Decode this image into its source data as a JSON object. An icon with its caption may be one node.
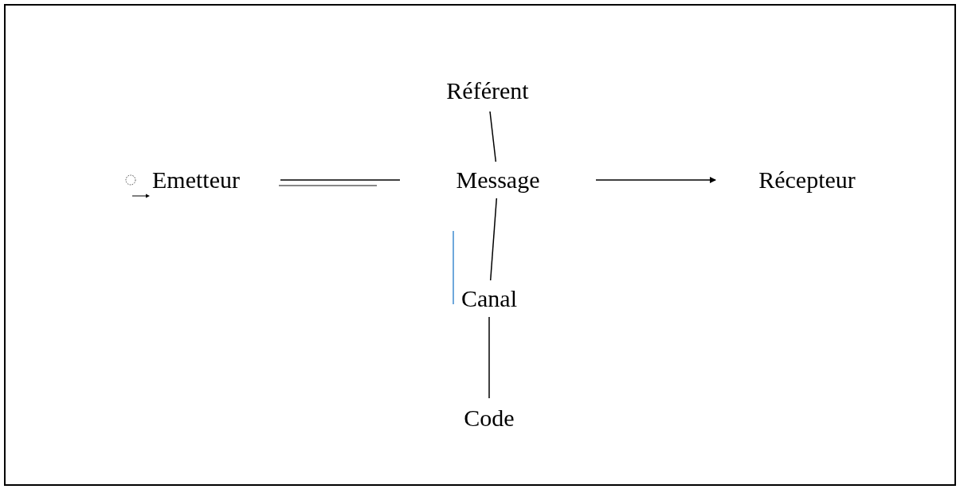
{
  "diagram": {
    "nodes": [
      {
        "text": [
          "Référent"
        ]
      },
      {
        "text": [
          "Emetteur"
        ]
      },
      {
        "text": [
          "Message"
        ]
      },
      {
        "text": [
          "Récepteur"
        ]
      },
      {
        "text": [
          "Canal"
        ]
      },
      {
        "text": [
          "Code"
        ]
      }
    ],
    "edges": [
      {
        "from": 0,
        "to": 2,
        "arrow": "none"
      },
      {
        "from": 1,
        "to": 2,
        "arrow": "none"
      },
      {
        "from": 2,
        "to": 3,
        "arrow": "to"
      },
      {
        "from": 2,
        "to": 4,
        "arrow": "none"
      },
      {
        "from": 4,
        "to": 5,
        "arrow": "none"
      }
    ]
  }
}
